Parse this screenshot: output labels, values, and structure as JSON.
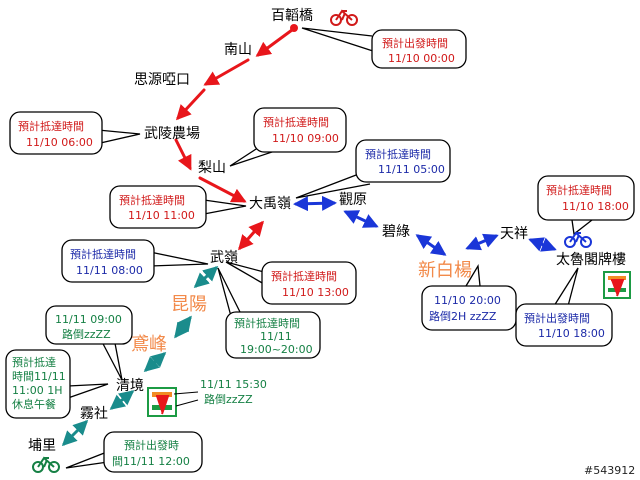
{
  "places": {
    "baixiqiao": "百韜橋",
    "nanshan": "南山",
    "siyuanyakou": "思源啞口",
    "wulingnongchang": "武陵農場",
    "lishan": "梨山",
    "dayuling": "大禹嶺",
    "guanyuan": "觀原",
    "bilu": "碧綠",
    "xinbaiyang": "新白楊",
    "tianxiang": "天祥",
    "taiping": "太魯閣牌樓",
    "wuling": "武嶺",
    "kunyang": "昆陽",
    "yuanfeng": "鳶峰",
    "qingjing": "清境",
    "wushe": "霧社",
    "puli": "埔里"
  },
  "bubbles": {
    "b1": {
      "line1": "預計出發時間",
      "line2": "11/10 00:00"
    },
    "b2": {
      "line1": "預計抵達時間",
      "line2": "11/10 06:00"
    },
    "b3": {
      "line1": "預計抵達時間",
      "line2": "11/10 09:00"
    },
    "b4": {
      "line1": "預計抵達時間",
      "line2": "11/11 05:00"
    },
    "b5": {
      "line1": "預計抵達時間",
      "line2": "11/10 11:00"
    },
    "b6": {
      "line1": "預計抵達時間",
      "line2": "11/10 18:00"
    },
    "b7": {
      "line1": "預計抵達時間",
      "line2": "11/11 08:00"
    },
    "b8": {
      "line1": "預計抵達時間",
      "line2": "11/10 13:00"
    },
    "b9": {
      "line1": "11/10 20:00",
      "line2": "路倒2H zzZZ"
    },
    "b10": {
      "line1": "預計出發時間",
      "line2": "11/10 18:00"
    },
    "b11": {
      "line1": "11/11 09:00",
      "line2": "路倒zzZZ"
    },
    "b12": {
      "line1": "預計抵達時間",
      "line2": "11/11",
      "line3": "19:00~20:00"
    },
    "b13": {
      "line1": "預計抵達",
      "line2": "時間11/11",
      "line3": "11:00 1H",
      "line4": "休息午餐"
    },
    "b14": {
      "line1": "11/11 15:30",
      "line2": "路倒zzZZ"
    },
    "b15": {
      "line1": "預計出發時",
      "line2": "間11/11 12:00"
    }
  },
  "corner_tag": "#543912",
  "colors": {
    "route_red": "#e8161b",
    "route_blue": "#1a36d8",
    "route_teal": "#1a8c8c",
    "orange_label": "#f28a4a",
    "store_orange": "#f18b24",
    "store_green": "#1c9b44"
  }
}
